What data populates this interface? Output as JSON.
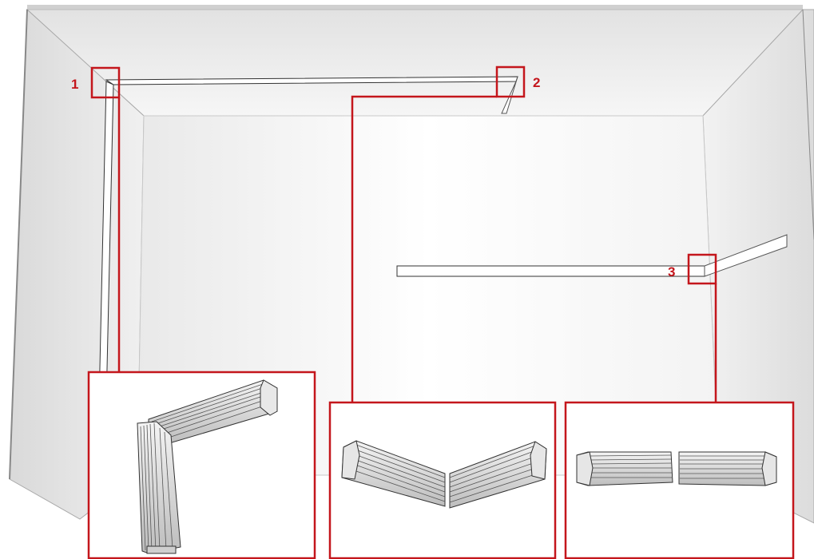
{
  "callouts": [
    {
      "id": "1",
      "label": "1"
    },
    {
      "id": "2",
      "label": "2"
    },
    {
      "id": "3",
      "label": "3"
    }
  ],
  "colors": {
    "accent": "#c4161c",
    "wall_left": "#e6e6e6",
    "wall_right": "#e9e9e9",
    "wall_back": "#f7f7f7",
    "ceiling": "#eeeeee",
    "outline": "#333333"
  },
  "details": [
    {
      "callout": "1",
      "depicts": "corner-joint-vertical-to-horizontal-profile"
    },
    {
      "callout": "2",
      "depicts": "corner-joint-angled-profiles"
    },
    {
      "callout": "3",
      "depicts": "inline-joint-straight-profiles"
    }
  ]
}
